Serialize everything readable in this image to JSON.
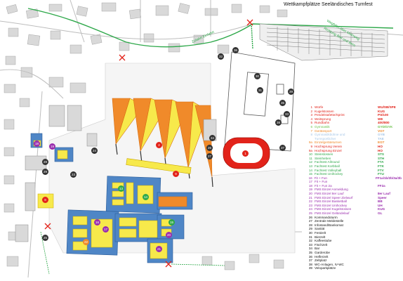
{
  "map": {
    "title": "Wettkampfplätze Seeländisches Turnfest",
    "road_labels": [
      {
        "text": "Zufahrt Einfahrt",
        "rotation": -25
      },
      {
        "text": "Wegfahrt über Motoweg",
        "rotation": 30
      },
      {
        "text": "Richtung Biel und Bern",
        "rotation": 30
      }
    ],
    "markers": [
      "36",
      "37",
      "38",
      "39",
      "30",
      "31",
      "32",
      "33",
      "34",
      "35",
      "26",
      "27",
      "28",
      "29",
      "23",
      "8",
      "9",
      "2",
      "1",
      "14",
      "13",
      "15",
      "16",
      "17",
      "18",
      "19",
      "20",
      "21",
      "22",
      "24",
      "25"
    ],
    "colors": {
      "building": "#d9d9d9",
      "field_blue": "#4f86c6",
      "field_yellow": "#f7e94b",
      "road_green": "#2ea84a",
      "closed_x": "#e2231a",
      "tent_orange": "#f08a2a",
      "track_red": "#e2231a"
    }
  },
  "legend": [
    {
      "num": "1",
      "label": "Würfe",
      "code": "WU/SB/SPE",
      "color": "#e2231a"
    },
    {
      "num": "2",
      "label": "Kugelstossen",
      "code": "KUG",
      "color": "#e2231a"
    },
    {
      "num": "3",
      "label": "Pendelstafette/Sprint",
      "code": "PS/100",
      "color": "#e2231a"
    },
    {
      "num": "4",
      "label": "Weitsprung",
      "code": "WE",
      "color": "#e2231a"
    },
    {
      "num": "5",
      "label": "Rundbahn",
      "code": "400/800",
      "color": "#e2231a"
    },
    {
      "num": "6",
      "label": "Gymnastik",
      "code": "GYD/GYK",
      "color": "#6cc24a"
    },
    {
      "num": "7",
      "label": "Gerätesport",
      "code": "VGT",
      "color": "#f08a2a"
    },
    {
      "num": "8",
      "label": "Gymnastikbühne und",
      "code": "GYB",
      "color": "#a7c7e7"
    },
    {
      "num": "",
      "label": "Turnsportlicher",
      "code": "TAE",
      "color": "#a7c7e7"
    },
    {
      "num": "9a",
      "label": "Einzelgeräteturnen",
      "code": "EGT",
      "color": "#f08a2a"
    },
    {
      "num": "9",
      "label": "Hochsprung Verein",
      "code": "HO",
      "color": "#e2231a"
    },
    {
      "num": "9a",
      "label": "Hochsprung Einzel",
      "code": "HO",
      "color": "#e2231a"
    },
    {
      "num": "10",
      "label": "Steinstossen",
      "code": "STS",
      "color": "#2ea84a"
    },
    {
      "num": "11",
      "label": "Steinheben",
      "code": "STH",
      "color": "#2ea84a"
    },
    {
      "num": "12",
      "label": "Fachtest Allround",
      "code": "FTA",
      "color": "#2ea84a"
    },
    {
      "num": "13",
      "label": "Fachtest Korbball",
      "code": "FTK",
      "color": "#2ea84a"
    },
    {
      "num": "14",
      "label": "Fachtest Volleyball",
      "code": "FTV",
      "color": "#2ea84a"
    },
    {
      "num": "15",
      "label": "Fachtest Unihockey",
      "code": "FTU",
      "color": "#2ea84a"
    },
    {
      "num": "16",
      "label": "Fit + Fun",
      "code": "FF1a/1b/2b/3a/3b",
      "color": "#9b2fae"
    },
    {
      "num": "17",
      "label": "Fit + Fun",
      "code": "",
      "color": "#9b2fae"
    },
    {
      "num": "18",
      "label": "Fit + Fun 2a",
      "code": "FF2a",
      "color": "#9b2fae"
    },
    {
      "num": "19",
      "label": "FMS Einzel Anmeldung",
      "code": "",
      "color": "#9b2fae"
    },
    {
      "num": "20",
      "label": "FMS Einzel 8er Lauf",
      "code": "8er Lauf",
      "color": "#9b2fae"
    },
    {
      "num": "21",
      "label": "FMS Einzel Speer Zielwurf",
      "code": "Speer",
      "color": "#9b2fae"
    },
    {
      "num": "22",
      "label": "FMS Einzel Basketball",
      "code": "BB",
      "color": "#9b2fae"
    },
    {
      "num": "23",
      "label": "FMS Einzel Unihockey",
      "code": "UH",
      "color": "#9b2fae"
    },
    {
      "num": "24",
      "label": "FMS Einzel Kugelstossen",
      "code": "KUG",
      "color": "#9b2fae"
    },
    {
      "num": "25",
      "label": "FMS Einzel Geländelauf",
      "code": "GL",
      "color": "#9b2fae"
    },
    {
      "num": "26",
      "label": "Kommandoturm",
      "code": "",
      "color": "#111111"
    },
    {
      "num": "27",
      "label": "Zentrale Meldestelle",
      "code": "",
      "color": "#111111"
    },
    {
      "num": "28",
      "label": "Infostand/Bankomat",
      "code": "",
      "color": "#111111"
    },
    {
      "num": "29",
      "label": "Sanität",
      "code": "",
      "color": "#111111"
    },
    {
      "num": "30",
      "label": "Festzelt",
      "code": "",
      "color": "#111111"
    },
    {
      "num": "31",
      "label": "Bierzelt",
      "code": "",
      "color": "#111111"
    },
    {
      "num": "32",
      "label": "Kaffeestube",
      "code": "",
      "color": "#111111"
    },
    {
      "num": "33",
      "label": "Fischzelt",
      "code": "",
      "color": "#111111"
    },
    {
      "num": "34",
      "label": "Bar",
      "code": "",
      "color": "#111111"
    },
    {
      "num": "35",
      "label": "Garderobe",
      "code": "",
      "color": "#111111"
    },
    {
      "num": "36",
      "label": "Helferzelt",
      "code": "",
      "color": "#111111"
    },
    {
      "num": "37",
      "label": "Zeltplatz",
      "code": "",
      "color": "#111111"
    },
    {
      "num": "38",
      "label": "WC-Anlagen, IV-WC",
      "code": "",
      "color": "#111111"
    },
    {
      "num": "39",
      "label": "Veloparkplätze",
      "code": "",
      "color": "#111111"
    }
  ]
}
